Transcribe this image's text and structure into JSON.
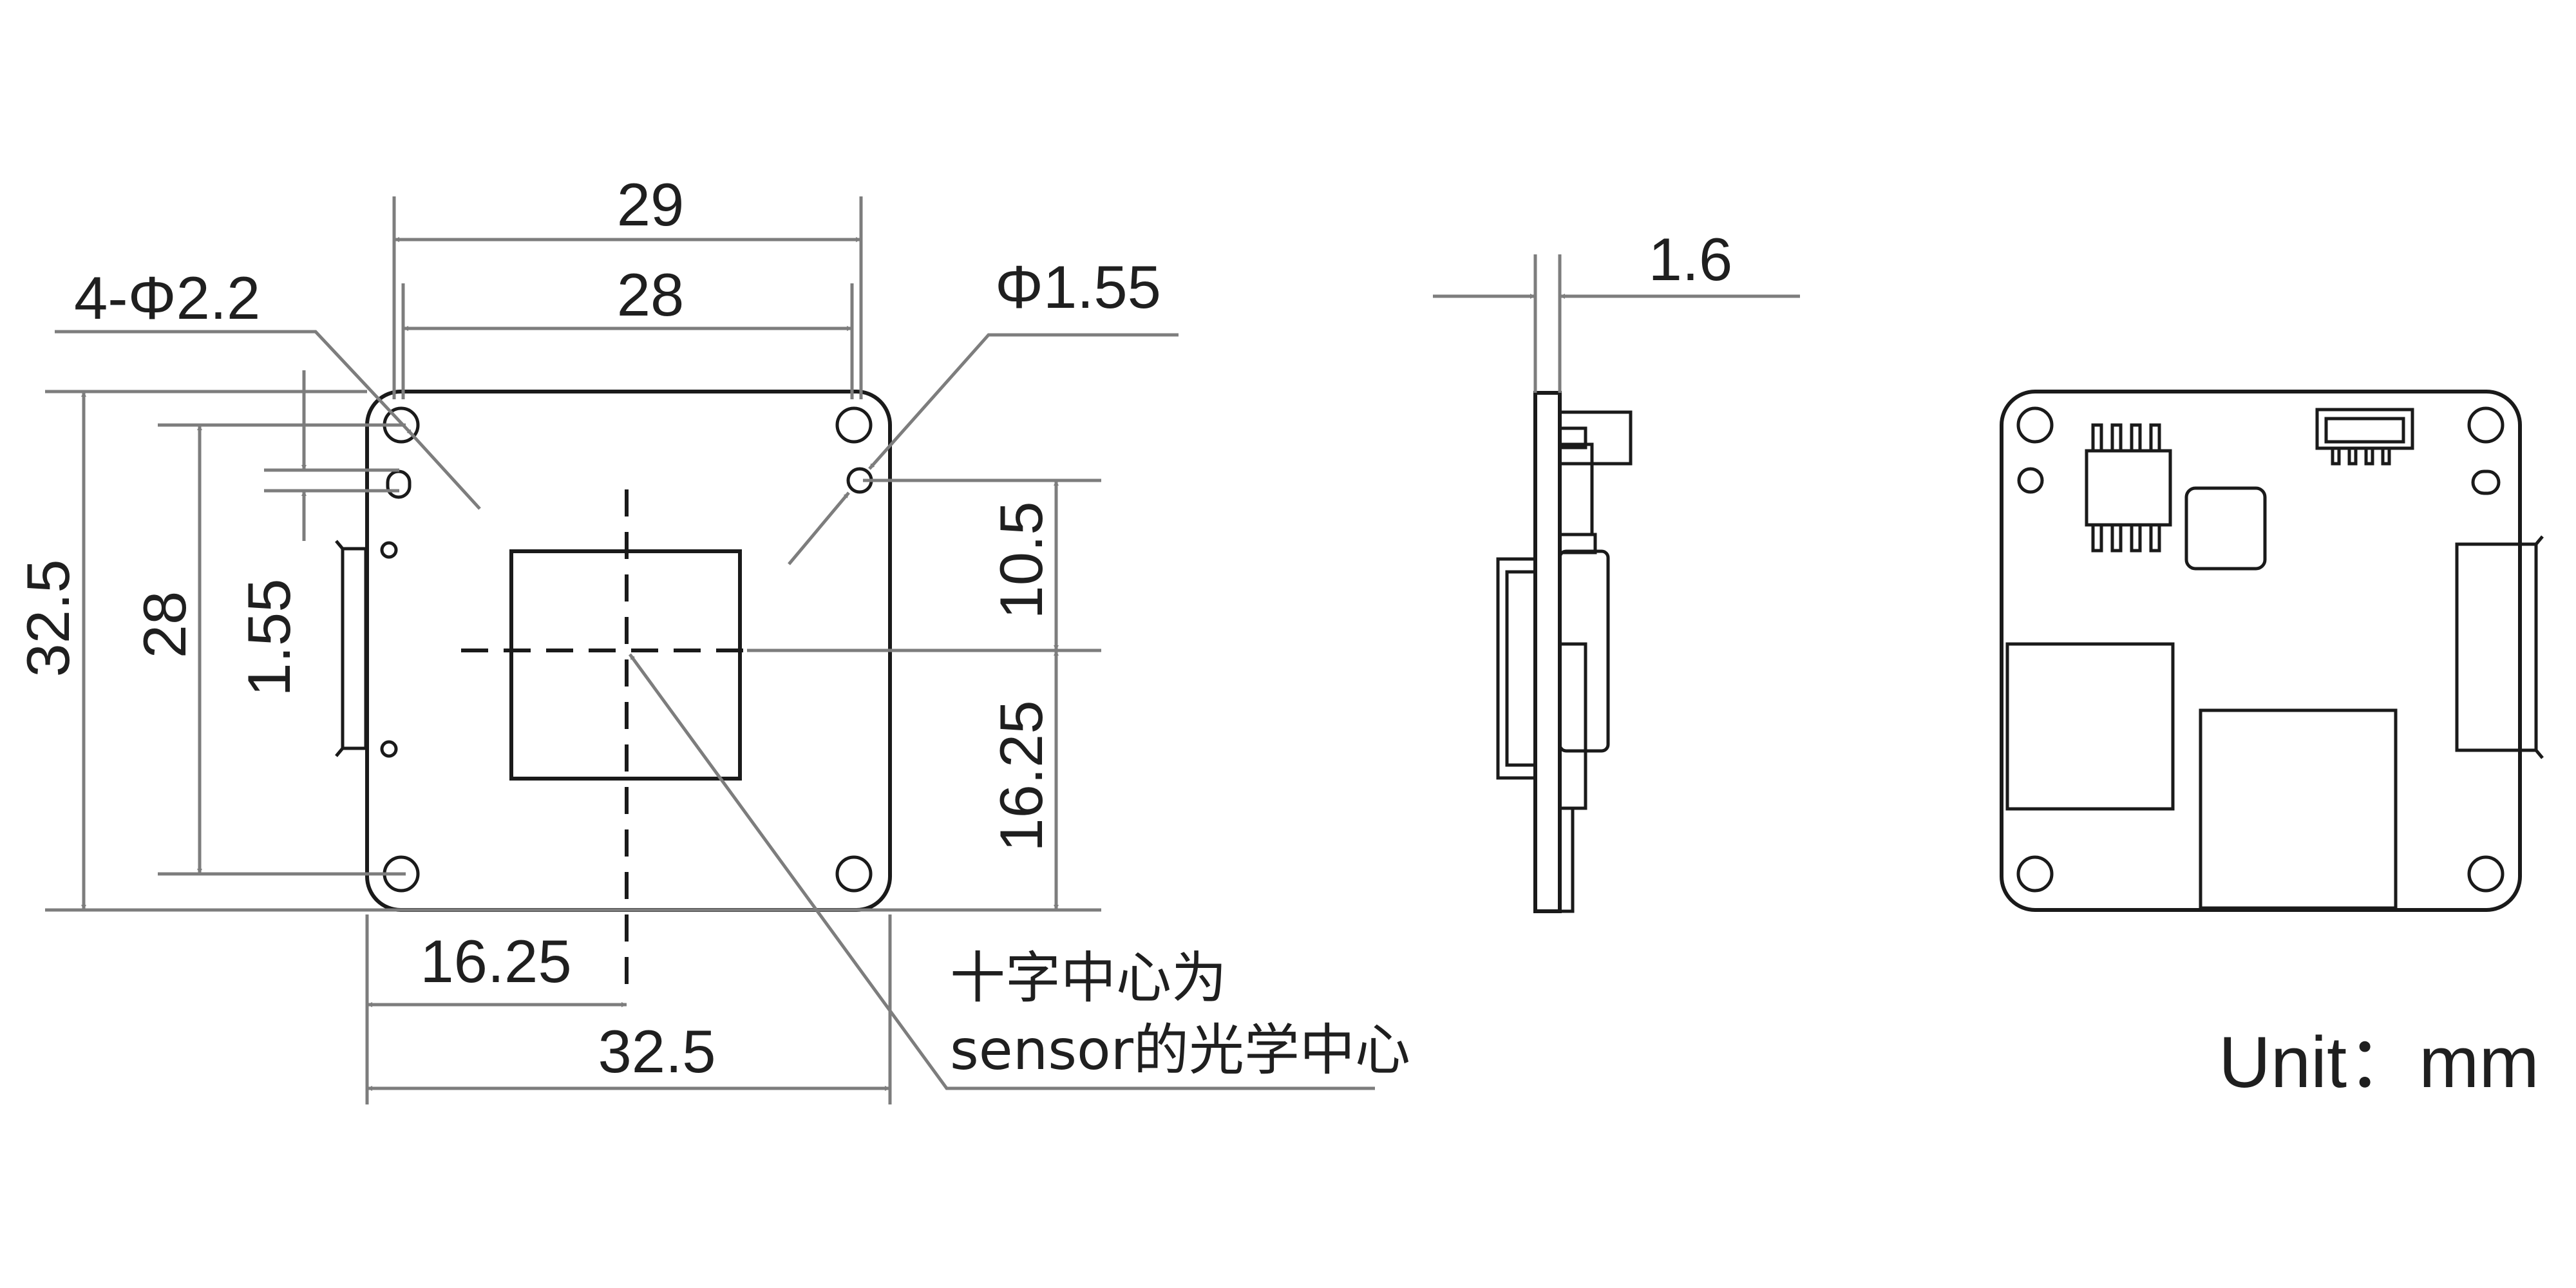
{
  "dimensions": {
    "top_outer": "29",
    "top_inner": "28",
    "hole_spec": "4-Φ2.2",
    "small_hole": "Φ1.55",
    "left_outer": "32.5",
    "left_inner": "28",
    "left_small": "1.55",
    "right_upper": "10.5",
    "right_lower": "16.25",
    "bottom_half": "16.25",
    "bottom_full": "32.5",
    "thickness": "1.6"
  },
  "annotation": {
    "line1": "十字中心为",
    "line2": "sensor的光学中心"
  },
  "unit": "Unit：mm"
}
